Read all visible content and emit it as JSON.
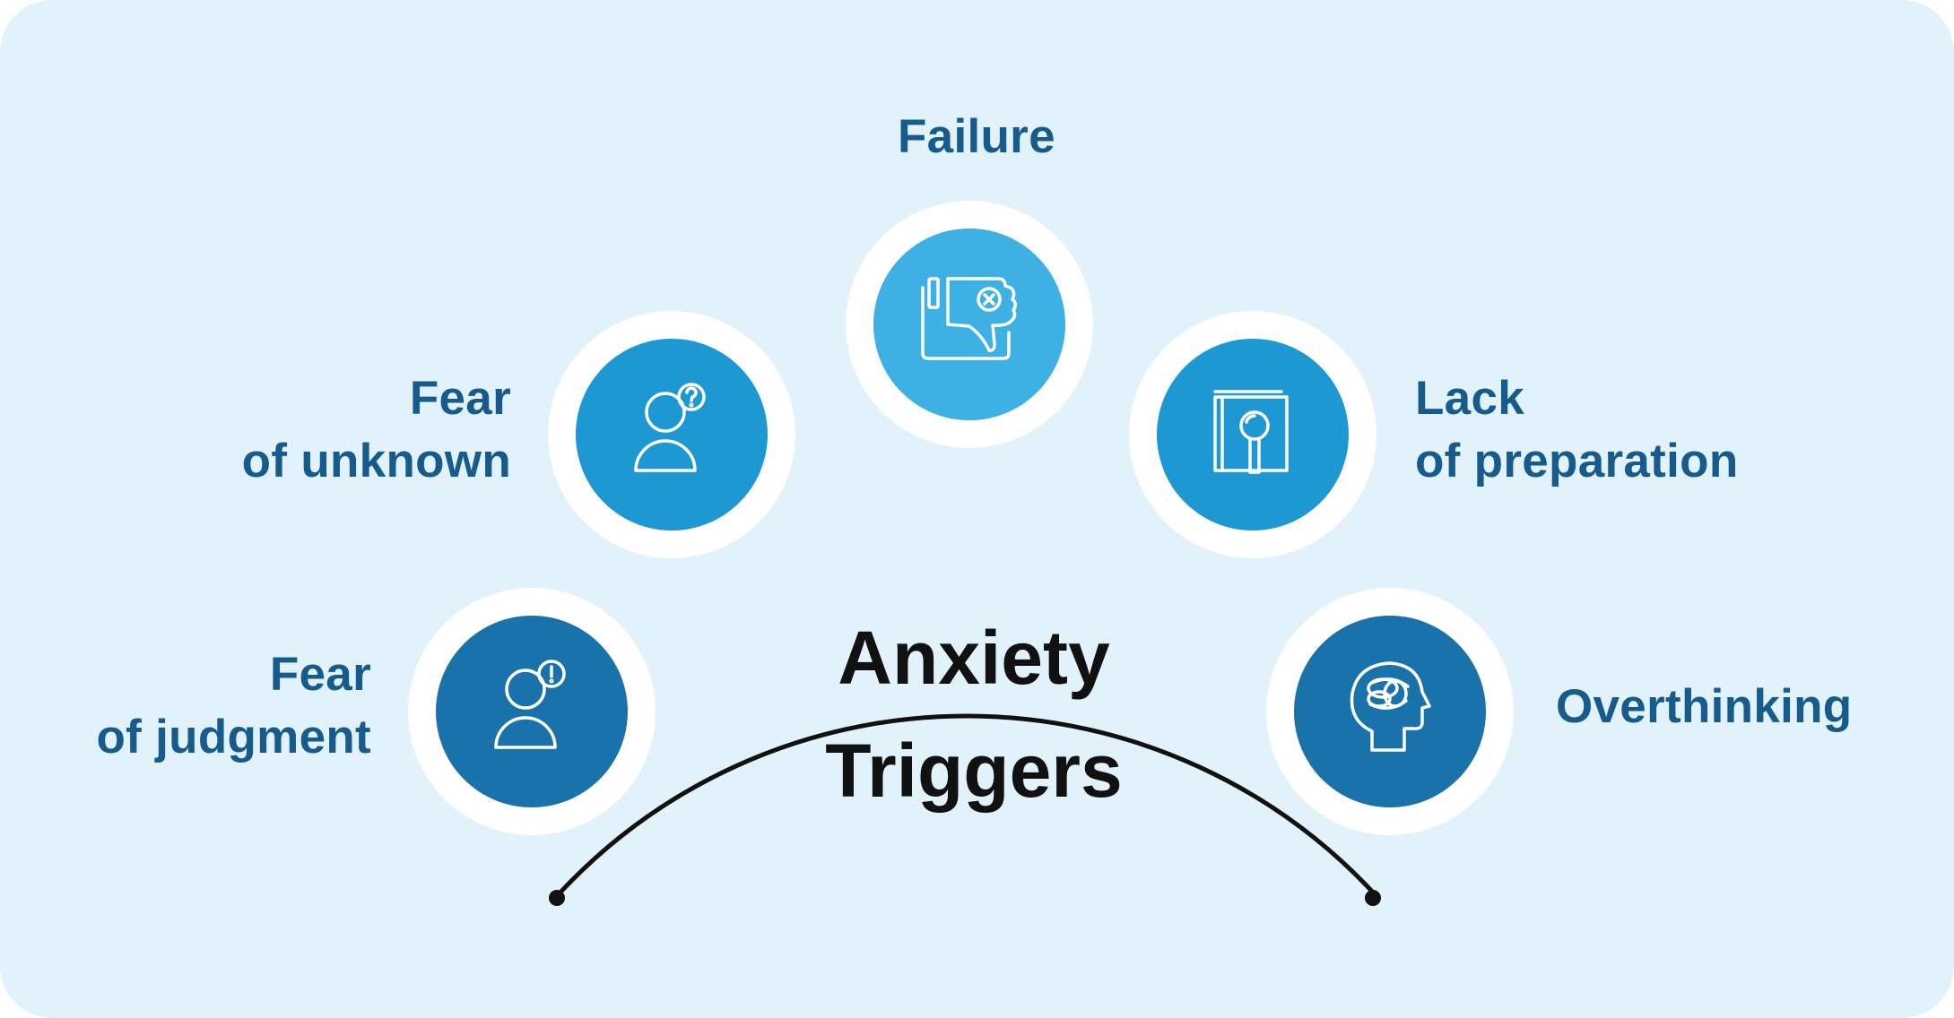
{
  "title": {
    "line1": "Anxiety",
    "line2": "Triggers"
  },
  "triggers": [
    {
      "id": "fear-of-judgment",
      "line1": "Fear",
      "line2": "of judgment",
      "icon": "person-exclamation-icon",
      "color": "#1a72ab"
    },
    {
      "id": "fear-of-unknown",
      "line1": "Fear",
      "line2": "of unknown",
      "icon": "person-question-icon",
      "color": "#1d98d3"
    },
    {
      "id": "failure",
      "line1": "Failure",
      "line2": "",
      "icon": "thumbs-down-icon",
      "color": "#3eb1e4"
    },
    {
      "id": "lack-of-preparation",
      "line1": "Lack",
      "line2": "of preparation",
      "icon": "book-magnifier-icon",
      "color": "#1d98d3"
    },
    {
      "id": "overthinking",
      "line1": "Overthinking",
      "line2": "",
      "icon": "tangled-head-icon",
      "color": "#1a72ab"
    }
  ],
  "colors": {
    "background": "#e1f2fa",
    "label_text": "#175b8c",
    "title_text": "#111111",
    "arc_line": "#111111"
  }
}
